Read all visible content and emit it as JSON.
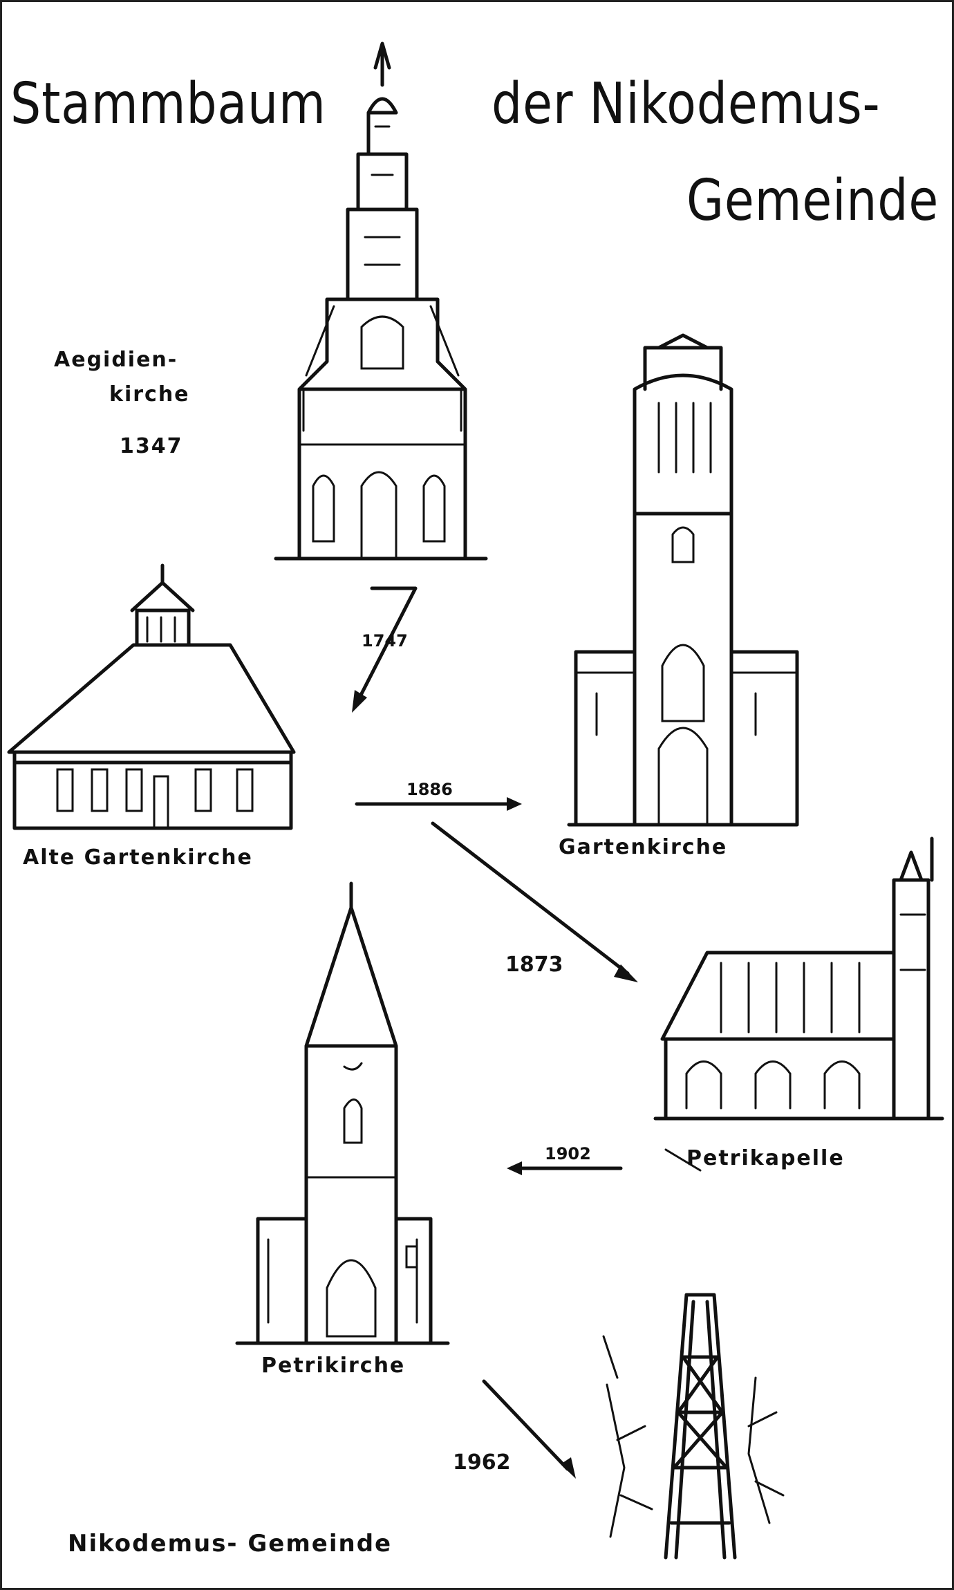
{
  "title": {
    "line1": "Stammbaum",
    "line2": "der Nikodemus-",
    "line3": "Gemeinde"
  },
  "churches": [
    {
      "name": "Aegidien-",
      "name2": "kirche",
      "year": "1347"
    },
    {
      "name": "Alte Gartenkirche"
    },
    {
      "name": "Gartenkirche"
    },
    {
      "name": "Petrikapelle"
    },
    {
      "name": "Petrikirche"
    },
    {
      "name": "Nikodemus- Gemeinde"
    }
  ],
  "transitions": [
    {
      "year": "1747",
      "from": "Aegidienkirche",
      "to": "Alte Gartenkirche"
    },
    {
      "year": "1886",
      "from": "Alte Gartenkirche",
      "to": "Gartenkirche"
    },
    {
      "year": "1873",
      "from": "Alte Gartenkirche",
      "to": "Petrikapelle"
    },
    {
      "year": "1902",
      "from": "Petrikapelle",
      "to": "Petrikirche"
    },
    {
      "year": "1962",
      "from": "Petrikirche",
      "to": "Nikodemus-Gemeinde"
    }
  ]
}
